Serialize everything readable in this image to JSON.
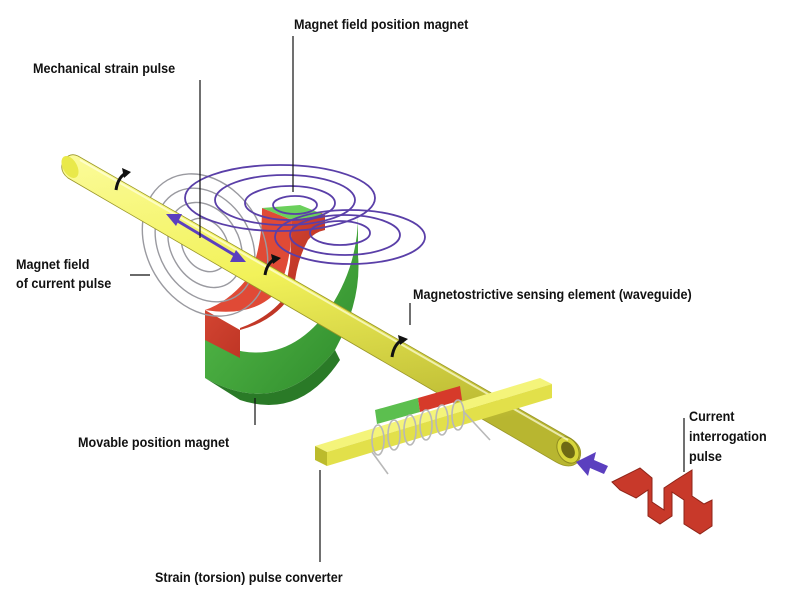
{
  "labels": {
    "magnet_field_position_magnet": "Magnet field position magnet",
    "mechanical_strain_pulse": "Mechanical strain pulse",
    "magnet_field_current_pulse_line1": "Magnet field",
    "magnet_field_current_pulse_line2": "of current pulse",
    "magnetostrictive_element": "Magnetostrictive sensing element (waveguide)",
    "movable_position_magnet": "Movable position magnet",
    "current_interrogation_line1": "Current",
    "current_interrogation_line2": "interrogation",
    "current_interrogation_line3": "pulse",
    "strain_pulse_converter": "Strain (torsion) pulse converter"
  },
  "colors": {
    "waveguide": "#f2f25a",
    "magnet_red": "#d63a2a",
    "magnet_green": "#3fb03a",
    "field_lines_magnet": "#5a3fa8",
    "field_lines_current": "#9a9aa0",
    "interrogation_pulse": "#c0392b",
    "arrow_purple": "#5b3fbf",
    "text": "#111111"
  }
}
